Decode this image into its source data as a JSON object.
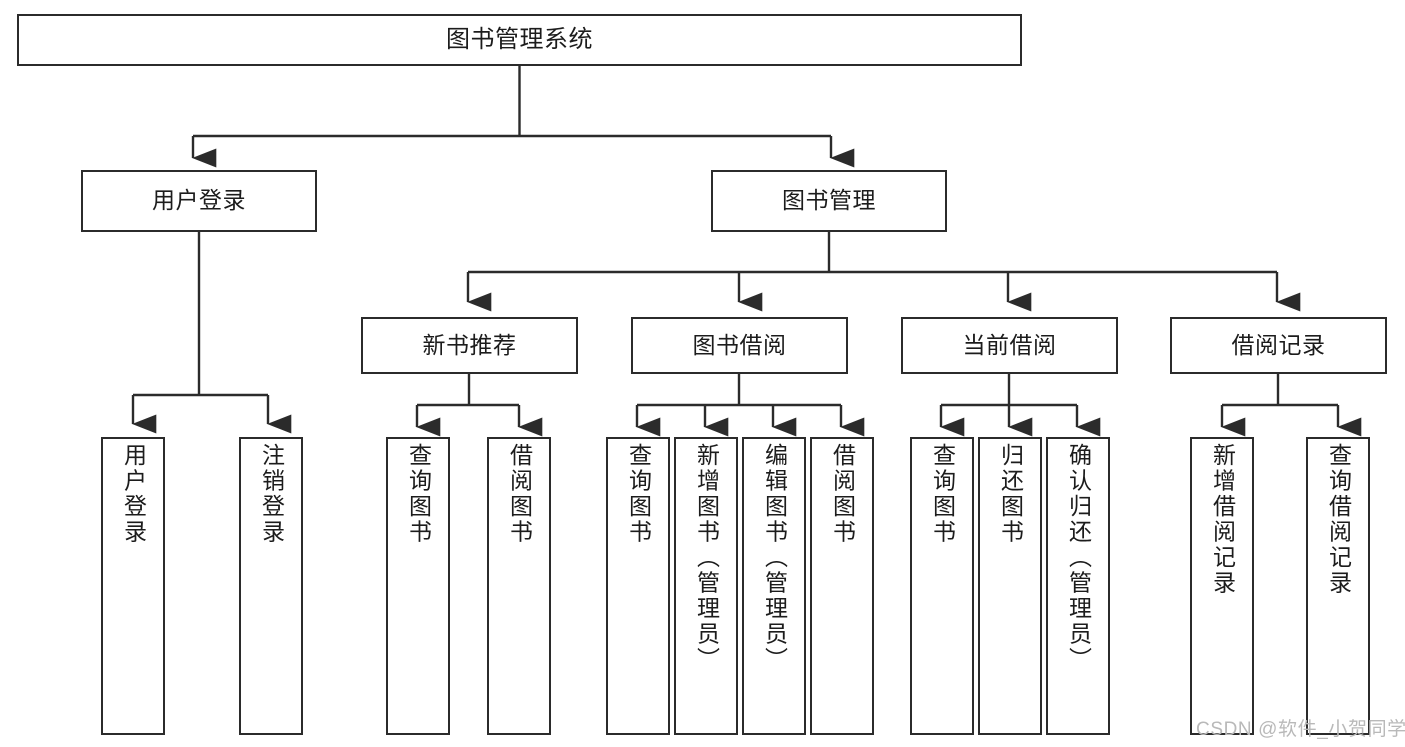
{
  "diagram": {
    "title": "图书管理系统",
    "type": "tree-hierarchy-chart",
    "orientation": "top-down",
    "colors": {
      "node_border": "#2b2b2b",
      "node_fill": "#ffffff",
      "edge": "#2b2b2b",
      "text": "#1c1c1c",
      "background": "#ffffff",
      "watermark": "#b9b9b9"
    }
  },
  "nodes": {
    "root": {
      "label": "图书管理系统",
      "level": 1
    },
    "level2": [
      {
        "id": "user-login",
        "label": "用户登录"
      },
      {
        "id": "book-management",
        "label": "图书管理"
      }
    ],
    "level3": [
      {
        "id": "new-book-recommend",
        "label": "新书推荐",
        "parent": "book-management"
      },
      {
        "id": "book-borrow",
        "label": "图书借阅",
        "parent": "book-management"
      },
      {
        "id": "current-borrow",
        "label": "当前借阅",
        "parent": "book-management"
      },
      {
        "id": "borrow-record",
        "label": "借阅记录",
        "parent": "book-management"
      }
    ],
    "leaves": [
      {
        "id": "leaf-user-login",
        "label": "用户登录",
        "parent": "user-login"
      },
      {
        "id": "leaf-logout-login",
        "label": "注销登录",
        "parent": "user-login"
      },
      {
        "id": "leaf-query-book-1",
        "label": "查询图书",
        "parent": "new-book-recommend"
      },
      {
        "id": "leaf-borrow-book-1",
        "label": "借阅图书",
        "parent": "new-book-recommend"
      },
      {
        "id": "leaf-query-book-2",
        "label": "查询图书",
        "parent": "book-borrow"
      },
      {
        "id": "leaf-add-book-admin",
        "label": "新增图书（管理员）",
        "parent": "book-borrow"
      },
      {
        "id": "leaf-edit-book-admin",
        "label": "编辑图书（管理员）",
        "parent": "book-borrow"
      },
      {
        "id": "leaf-borrow-book-2",
        "label": "借阅图书",
        "parent": "book-borrow"
      },
      {
        "id": "leaf-query-book-3",
        "label": "查询图书",
        "parent": "current-borrow"
      },
      {
        "id": "leaf-return-book",
        "label": "归还图书",
        "parent": "current-borrow"
      },
      {
        "id": "leaf-confirm-return-admin",
        "label": "确认归还（管理员）",
        "parent": "current-borrow"
      },
      {
        "id": "leaf-add-borrow-record",
        "label": "新增借阅记录",
        "parent": "borrow-record"
      },
      {
        "id": "leaf-query-borrow-record",
        "label": "查询借阅记录",
        "parent": "borrow-record"
      }
    ]
  },
  "watermark": {
    "text": "CSDN @软件_小贺同学"
  }
}
